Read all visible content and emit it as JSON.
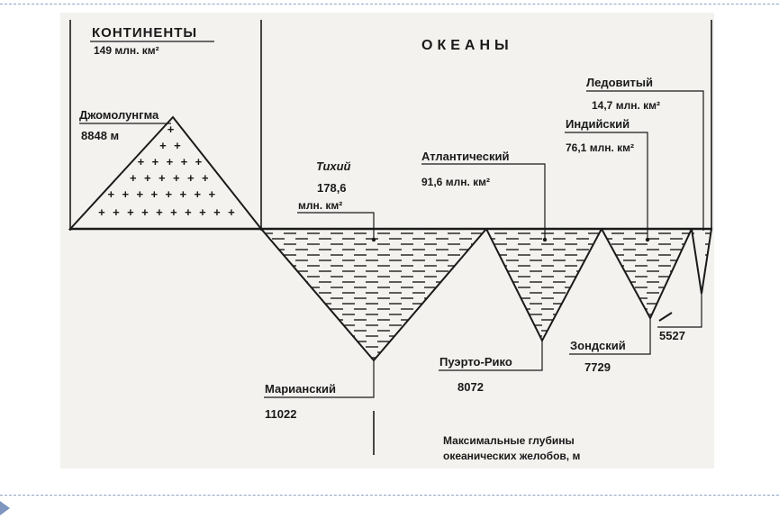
{
  "continents": {
    "title": "КОНТИНЕНТЫ",
    "area": "149 млн. км²"
  },
  "oceans_title": "ОКЕАНЫ",
  "everest": {
    "name": "Джомолунгма",
    "height": "8848 м"
  },
  "oceans": {
    "pacific": {
      "name": "Тихий",
      "area_value": "178,6",
      "area_unit": "млн. км²"
    },
    "atlantic": {
      "name": "Атлантический",
      "area": "91,6 млн. км²"
    },
    "indian": {
      "name": "Индийский",
      "area": "76,1 млн. км²"
    },
    "arctic": {
      "name": "Ледовитый",
      "area": "14,7 млн. км²"
    }
  },
  "trenches": {
    "mariana": {
      "name": "Марианский",
      "depth": "11022"
    },
    "puerto_rico": {
      "name": "Пуэрто-Рико",
      "depth": "8072"
    },
    "sunda": {
      "name": "Зондский",
      "depth": "7729"
    },
    "arctic_depth": "5527"
  },
  "caption": {
    "line1": "Максимальные глубины",
    "line2": "океанических желобов, м"
  },
  "colors": {
    "ink": "#1a1a1a",
    "paper": "#f3f2ef",
    "dash": "#8ea2c4",
    "bullet": "#7d95bf"
  }
}
